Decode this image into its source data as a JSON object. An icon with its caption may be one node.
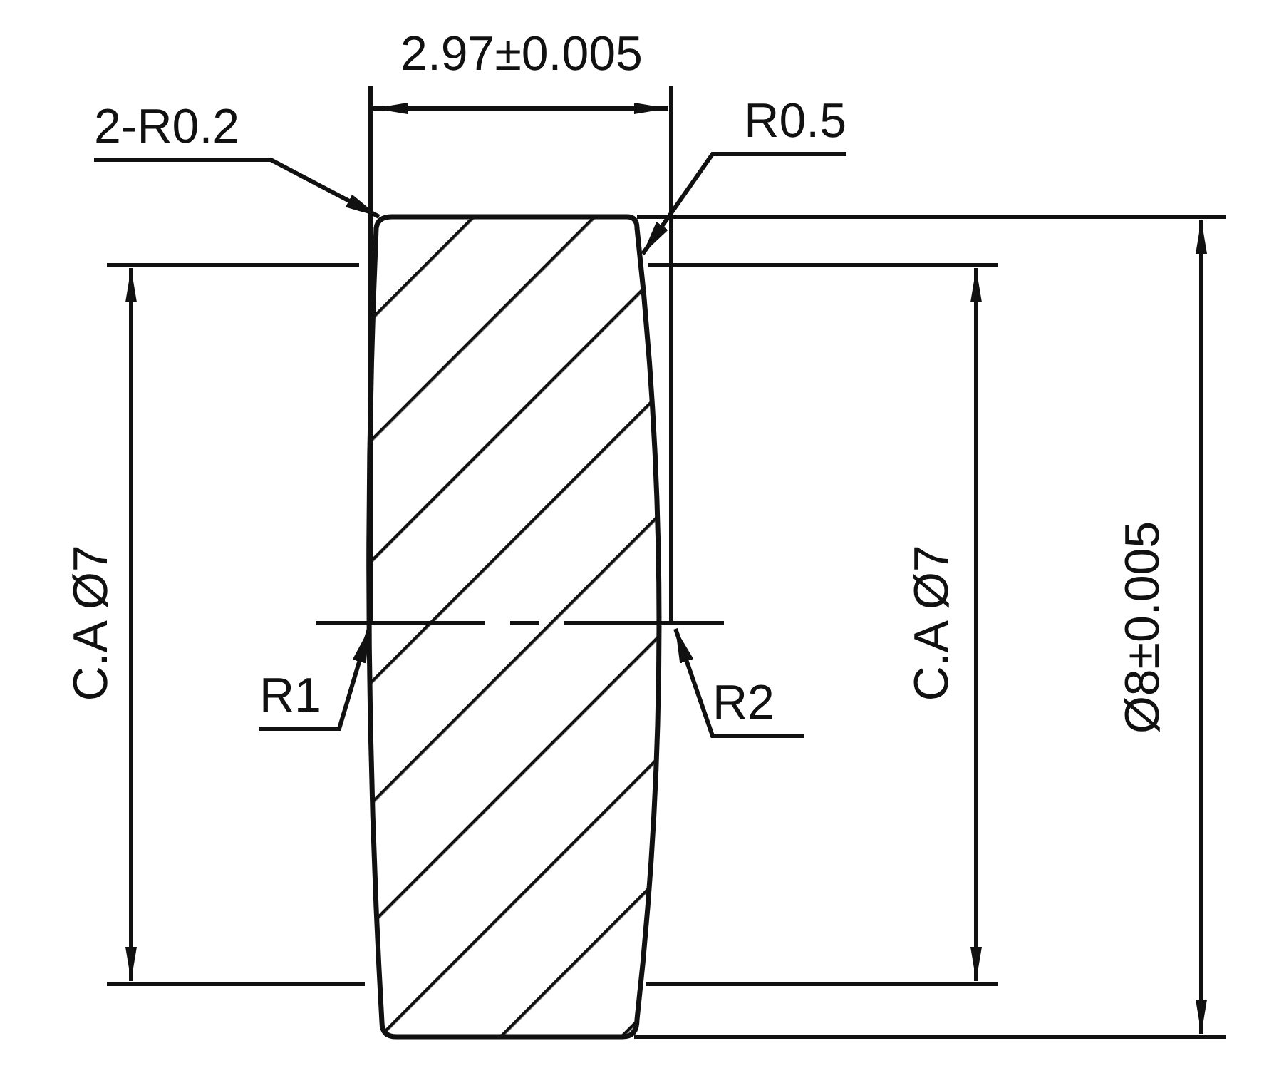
{
  "diagram": {
    "nodes": [
      {
        "text": [],
        "shape": "picture"
      },
      {
        "text": [
          "2-R0.2"
        ]
      },
      {
        "text": [
          "R0.5"
        ]
      },
      {
        "text": [
          "R1"
        ]
      },
      {
        "text": [
          "R2"
        ]
      }
    ],
    "edges": [
      {
        "from": 1,
        "to": 0,
        "arrow": "to"
      },
      {
        "from": 2,
        "to": 0,
        "arrow": "to"
      },
      {
        "from": 3,
        "to": 0,
        "arrow": "to"
      },
      {
        "from": 4,
        "to": 0,
        "arrow": "to"
      }
    ],
    "labels": [
      "2.97±0.005",
      "C.A Ø7",
      "C.A Ø7",
      "Ø8±0.005"
    ]
  }
}
